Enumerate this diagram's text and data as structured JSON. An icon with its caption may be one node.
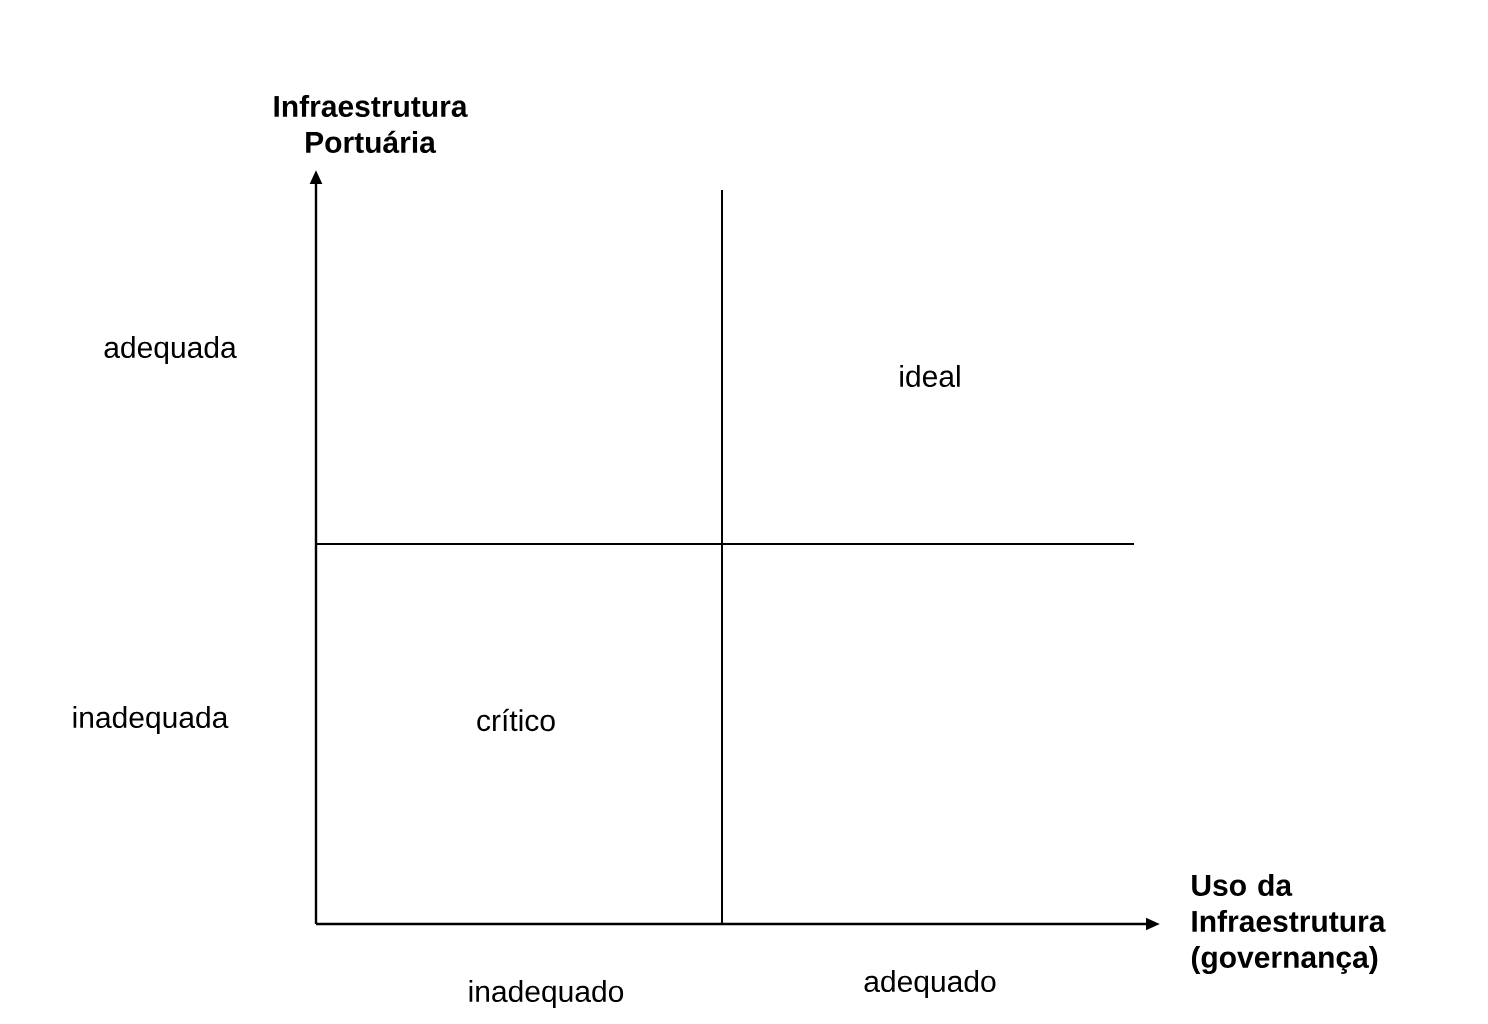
{
  "diagram": {
    "labels": [
      "Infraestrutura Portuária",
      "adequada",
      "ideal",
      "inadequada",
      "crítico",
      "Uso da Infraestrutura (governança)",
      "inadequado",
      "adequado"
    ]
  }
}
